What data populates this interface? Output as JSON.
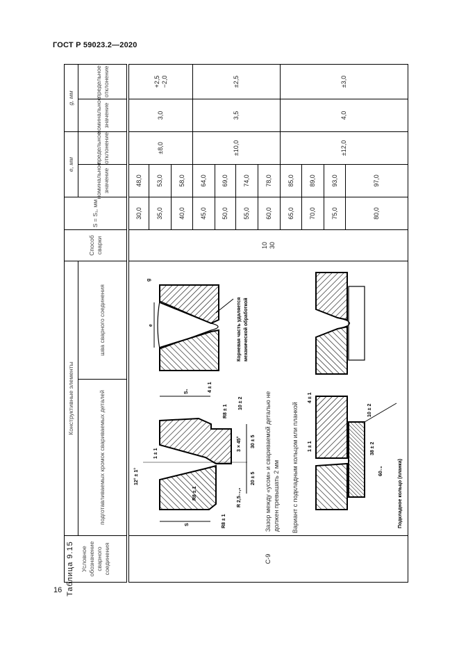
{
  "header": {
    "doc_title": "ГОСТ Р 59023.2—2020",
    "table_caption": "Таблица 9.15",
    "page_number": "16"
  },
  "columns": {
    "designation": "Условное обозначение сварного соединения",
    "constructive": "Конструктивные элементы",
    "prepared_edges": "подготавливаемых кромок свариваемых деталей",
    "weld_seam": "шва сварного соединения",
    "method": "Способ сварки",
    "thickness": "S = S₁, мм",
    "e": "e, мм",
    "g": "g, мм",
    "nominal": "номинальное значение",
    "deviation": "предельное отклонение"
  },
  "body": {
    "designation": "С-9",
    "method": "10\n30",
    "S": [
      "30,0",
      "35,0",
      "40,0",
      "45,0",
      "50,0",
      "55,0",
      "60,0",
      "65,0",
      "70,0",
      "75,0",
      "80,0"
    ],
    "e_nominal": [
      "48,0",
      "53,0",
      "58,0",
      "64,0",
      "69,0",
      "74,0",
      "78,0",
      "85,0",
      "89,0",
      "93,0",
      "97,0"
    ],
    "e_deviation": [
      "±8,0",
      "±10,0",
      "±12,0"
    ],
    "g_nominal": [
      "3,0",
      "3,5",
      "4,0"
    ],
    "g_deviation": [
      "+2,5\n−2,0",
      "±2,5",
      "±3,0"
    ]
  },
  "drawing": {
    "gap_note": "Зазор между «усом» и свариваемой деталью не должен превышать 2 мм",
    "variant_note": "Вариант с подкладным кольцом или планкой",
    "root_note_1": "Корневая часть удаляется",
    "root_note_2": "механической обработкой",
    "ring_label": "Подкладное кольцо (планка)",
    "labels": {
      "angle": "12° ± 1°",
      "gap": "1 ± 1",
      "s": "S",
      "s1": "S₁",
      "r8": "R8 ± 1",
      "r25": "R 2,5₋₁,₀",
      "chamfer": "3 × 45°",
      "d30": "30 ± 5",
      "d20": "20 ± 5",
      "d10": "10 ± 2",
      "d4": "4 ± 1",
      "e": "e",
      "g": "g",
      "d38": "38 ± 2",
      "d60": "60₋₆"
    }
  }
}
